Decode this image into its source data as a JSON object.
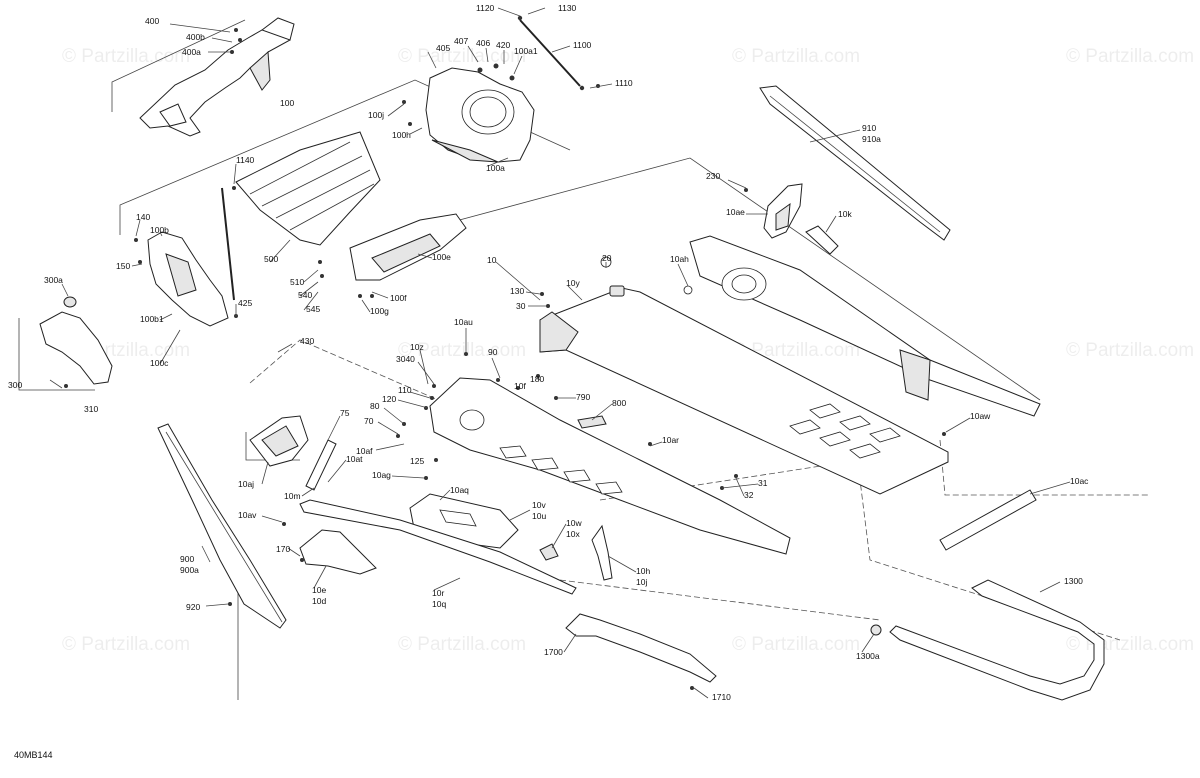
{
  "diagram": {
    "code": "40MB144",
    "watermark": "© Partzilla.com",
    "callouts": {
      "c400": "400",
      "c400b": "400b",
      "c400a": "400a",
      "c1120": "1120",
      "c1130": "1130",
      "c1100": "1100",
      "c1110": "1110",
      "c407": "407",
      "c406": "406",
      "c420": "420",
      "c100a1": "100a1",
      "c405": "405",
      "c100j": "100j",
      "c100h": "100h",
      "c100a": "100a",
      "c100": "100",
      "c910": "910",
      "c910a": "910a",
      "c1140": "1140",
      "c140": "140",
      "c100b": "100b",
      "c150": "150",
      "c300a": "300a",
      "c300": "300",
      "c310": "310",
      "c500": "500",
      "c510": "510",
      "c540": "540",
      "c545": "545",
      "c425": "425",
      "c100b1": "100b1",
      "c100c": "100c",
      "c100e": "100e",
      "c100f": "100f",
      "c100g": "100g",
      "c230": "230",
      "c10ae": "10ae",
      "c10k": "10k",
      "c10": "10",
      "c20": "20",
      "c10ah": "10ah",
      "c130": "130",
      "c10y": "10y",
      "c30": "30",
      "c430": "430",
      "c10au": "10au",
      "c10z": "10z",
      "c3040": "3040",
      "c90": "90",
      "c110": "110",
      "c10f": "10f",
      "c180": "180",
      "c120": "120",
      "c80": "80",
      "c790": "790",
      "c800": "800",
      "c70": "70",
      "c75": "75",
      "c10af": "10af",
      "c125": "125",
      "c10at": "10at",
      "c10aj": "10aj",
      "c10ag": "10ag",
      "c10m": "10m",
      "c10aq": "10aq",
      "c10ar": "10ar",
      "c31": "31",
      "c32": "32",
      "c10aw": "10aw",
      "c10ac": "10ac",
      "c10av": "10av",
      "c10v": "10v",
      "c10u": "10u",
      "c10w": "10w",
      "c10x": "10x",
      "c900": "900",
      "c900a": "900a",
      "c170": "170",
      "c10e": "10e",
      "c10d": "10d",
      "c10h": "10h",
      "c10j": "10j",
      "c10r": "10r",
      "c10q": "10q",
      "c920": "920",
      "c1300": "1300",
      "c1300a": "1300a",
      "c1700": "1700",
      "c1710": "1710"
    }
  }
}
